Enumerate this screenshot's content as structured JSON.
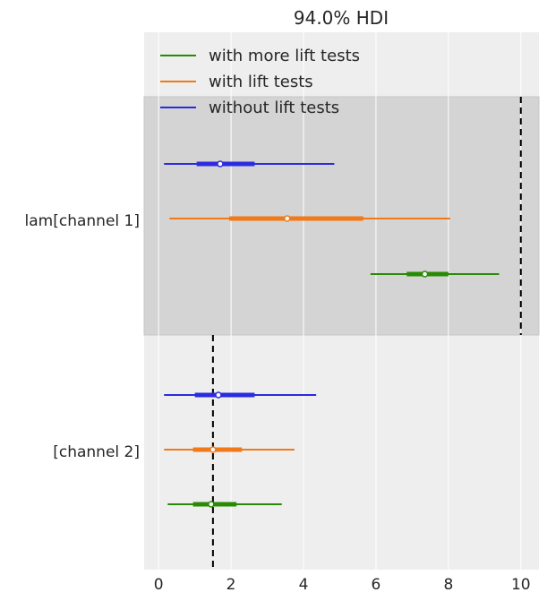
{
  "chart_data": {
    "type": "forest",
    "title": "94.0% HDI",
    "xlim": [
      -0.4,
      10.5
    ],
    "xticks": [
      0,
      2,
      4,
      6,
      8,
      10
    ],
    "grid": true,
    "legend_placement": "top-left",
    "groups": [
      {
        "label": "lam[channel 1]",
        "highlighted": true,
        "reference_value": 10,
        "rows": [
          {
            "series": "without lift tests",
            "hdi": [
              0.15,
              4.85
            ],
            "iqr": [
              1.05,
              2.65
            ],
            "point": 1.7
          },
          {
            "series": "with lift tests",
            "hdi": [
              0.3,
              8.05
            ],
            "iqr": [
              1.95,
              5.65
            ],
            "point": 3.55
          },
          {
            "series": "with more lift tests",
            "hdi": [
              5.85,
              9.4
            ],
            "iqr": [
              6.85,
              8.0
            ],
            "point": 7.35
          }
        ]
      },
      {
        "label": "[channel 2]",
        "highlighted": false,
        "reference_value": 1.5,
        "rows": [
          {
            "series": "without lift tests",
            "hdi": [
              0.15,
              4.35
            ],
            "iqr": [
              1.0,
              2.65
            ],
            "point": 1.65
          },
          {
            "series": "with lift tests",
            "hdi": [
              0.15,
              3.75
            ],
            "iqr": [
              0.95,
              2.3
            ],
            "point": 1.5
          },
          {
            "series": "with more lift tests",
            "hdi": [
              0.25,
              3.4
            ],
            "iqr": [
              0.95,
              2.15
            ],
            "point": 1.45
          }
        ]
      }
    ],
    "series": [
      {
        "name": "with more lift tests",
        "color": "#2a8a06"
      },
      {
        "name": "with lift tests",
        "color": "#f07a1a"
      },
      {
        "name": "without lift tests",
        "color": "#2b2be0"
      }
    ]
  }
}
